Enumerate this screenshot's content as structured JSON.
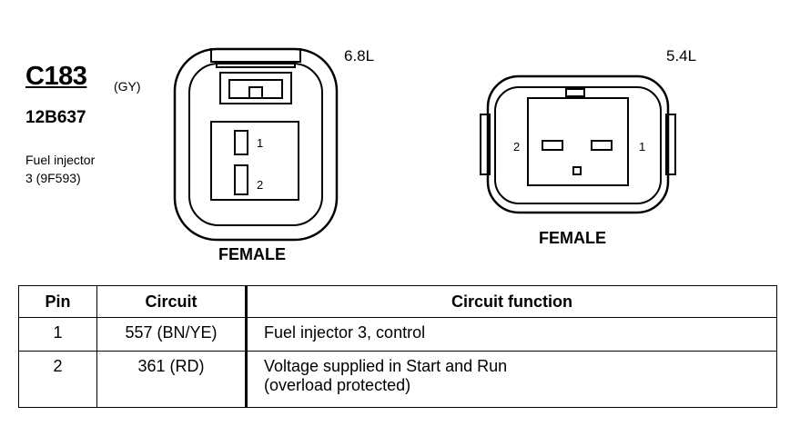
{
  "connector": {
    "id": "C183",
    "color": "(GY)",
    "part_number": "12B637",
    "description_line1": "Fuel injector",
    "description_line2": "3 (9F593)"
  },
  "variants": [
    {
      "engine": "6.8L",
      "gender": "FEMALE",
      "pin1": "1",
      "pin2": "2"
    },
    {
      "engine": "5.4L",
      "gender": "FEMALE",
      "pin1": "1",
      "pin2": "2"
    }
  ],
  "table": {
    "headers": [
      "Pin",
      "Circuit",
      "Circuit function"
    ],
    "rows": [
      {
        "pin": "1",
        "circuit": "557 (BN/YE)",
        "function_line1": "Fuel injector 3, control",
        "function_line2": ""
      },
      {
        "pin": "2",
        "circuit": "361 (RD)",
        "function_line1": "Voltage supplied in Start and Run",
        "function_line2": "(overload protected)"
      }
    ]
  }
}
